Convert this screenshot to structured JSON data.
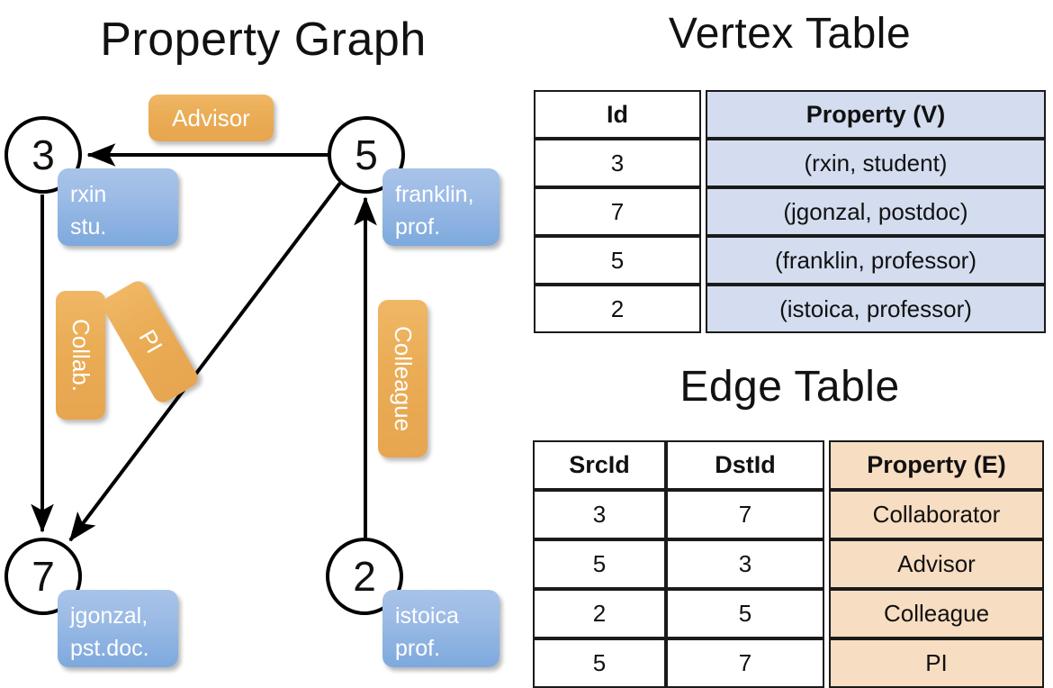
{
  "titles": {
    "property_graph": "Property Graph",
    "vertex_table": "Vertex Table",
    "edge_table": "Edge Table"
  },
  "colors": {
    "vertex_prop_fill": "#d3ddef",
    "edge_prop_fill": "#f7ddc1",
    "node_box_blue": "#9dbce6",
    "edge_label_orange": "#eaac55",
    "border": "#1a1a1a",
    "background": "#ffffff"
  },
  "graph": {
    "nodes": [
      {
        "id": "3",
        "property_line1": "rxin",
        "property_line2": "stu."
      },
      {
        "id": "5",
        "property_line1": "franklin,",
        "property_line2": "prof."
      },
      {
        "id": "7",
        "property_line1": "jgonzal,",
        "property_line2": "pst.doc."
      },
      {
        "id": "2",
        "property_line1": "istoica",
        "property_line2": "prof."
      }
    ],
    "edge_labels": [
      {
        "name": "advisor",
        "text": "Advisor"
      },
      {
        "name": "collab",
        "text": "Collab."
      },
      {
        "name": "pi",
        "text": "PI"
      },
      {
        "name": "colleague",
        "text": "Colleague"
      }
    ],
    "edges": [
      {
        "src": "5",
        "dst": "3",
        "label": "Advisor"
      },
      {
        "src": "3",
        "dst": "7",
        "label": "Collab."
      },
      {
        "src": "5",
        "dst": "7",
        "label": "PI"
      },
      {
        "src": "2",
        "dst": "5",
        "label": "Colleague"
      }
    ]
  },
  "vertex_table": {
    "headers": [
      "Id",
      "Property (V)"
    ],
    "rows": [
      {
        "id": "3",
        "property": "(rxin, student)"
      },
      {
        "id": "7",
        "property": "(jgonzal, postdoc)"
      },
      {
        "id": "5",
        "property": "(franklin, professor)"
      },
      {
        "id": "2",
        "property": "(istoica, professor)"
      }
    ]
  },
  "edge_table": {
    "headers": [
      "SrcId",
      "DstId",
      "Property (E)"
    ],
    "rows": [
      {
        "src": "3",
        "dst": "7",
        "property": "Collaborator"
      },
      {
        "src": "5",
        "dst": "3",
        "property": "Advisor"
      },
      {
        "src": "2",
        "dst": "5",
        "property": "Colleague"
      },
      {
        "src": "5",
        "dst": "7",
        "property": "PI"
      }
    ]
  }
}
